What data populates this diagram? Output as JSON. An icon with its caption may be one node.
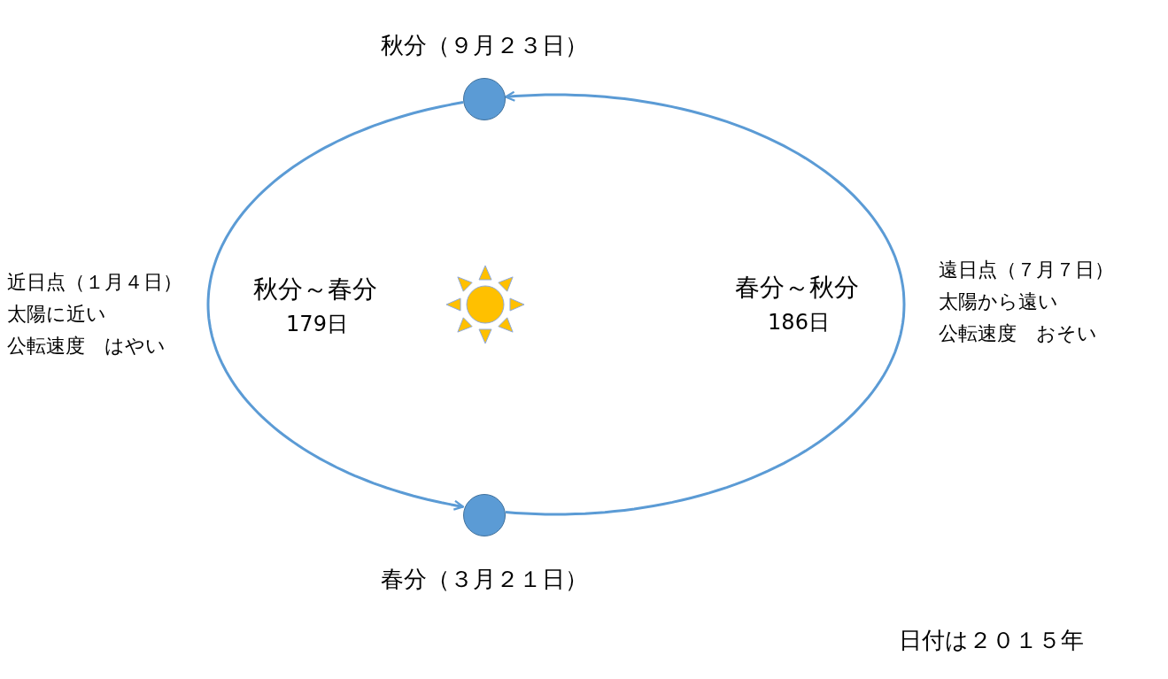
{
  "diagram": {
    "nodes": [
      {
        "text": [],
        "shape": "circle",
        "beside": [
          "秋分（９月２３日）"
        ]
      },
      {
        "text": [],
        "shape": "circle",
        "beside": [
          "春分（３月２１日）"
        ]
      }
    ],
    "edges": [
      {
        "from": 0,
        "to": 1,
        "arrow": "to"
      },
      {
        "from": 1,
        "to": 0,
        "arrow": "to"
      }
    ],
    "labels": [
      "近日点（１月４日）",
      "太陽に近い",
      "公転速度　はやい",
      "秋分～春分",
      "179日",
      "春分～秋分",
      "186日",
      "遠日点（７月７日）",
      "太陽から遠い",
      "公転速度　おそい",
      "日付は２０１５年"
    ]
  }
}
